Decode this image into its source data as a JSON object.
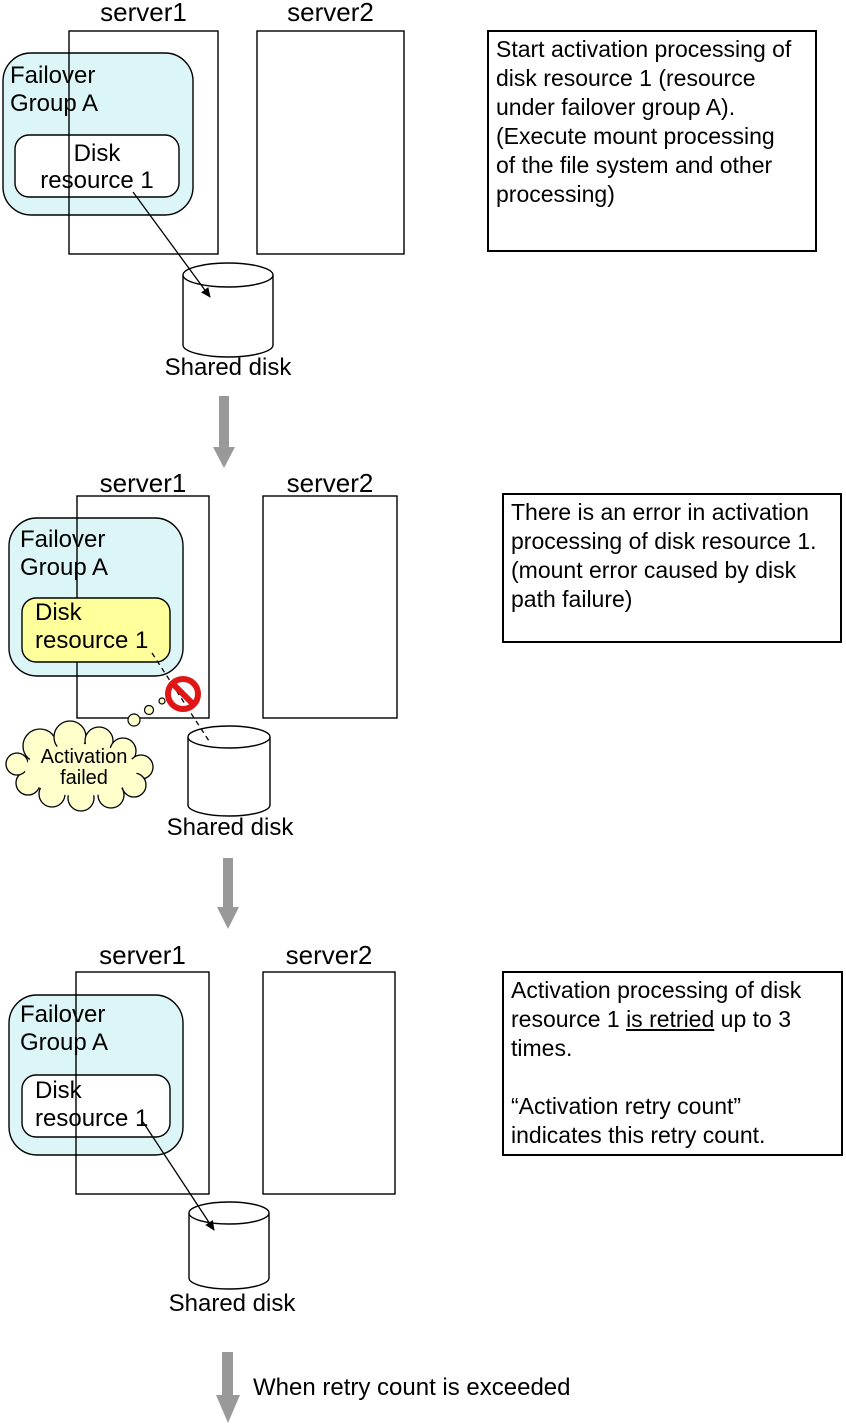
{
  "panels": [
    {
      "server1_label": "server1",
      "server2_label": "server2",
      "group_line1": "Failover",
      "group_line2": "Group A",
      "disk_line1": "Disk",
      "disk_line2": "resource 1",
      "shared_disk_label": "Shared disk"
    },
    {
      "server1_label": "server1",
      "server2_label": "server2",
      "group_line1": "Failover",
      "group_line2": "Group A",
      "disk_line1": "Disk",
      "disk_line2": "resource 1",
      "shared_disk_label": "Shared disk"
    },
    {
      "server1_label": "server1",
      "server2_label": "server2",
      "group_line1": "Failover",
      "group_line2": "Group A",
      "disk_line1": "Disk",
      "disk_line2": "resource 1",
      "shared_disk_label": "Shared disk"
    }
  ],
  "notes": [
    {
      "lines": [
        "Start activation processing of",
        "disk resource 1 (resource",
        "under failover group A).",
        "(Execute mount processing",
        "of the file system and other",
        "processing)"
      ]
    },
    {
      "lines": [
        "There is an error in activation",
        "processing of disk resource 1.",
        "(mount error caused by disk",
        "path failure)"
      ]
    },
    {
      "line1": "Activation processing of disk",
      "line2_pre": "resource 1 ",
      "line2_underlined": "is retried",
      "line2_post": " up to 3",
      "line3": "times.",
      "line4": "“Activation retry count”",
      "line5": "indicates this retry count."
    }
  ],
  "cloud_callout": {
    "line1": "Activation",
    "line2": "failed"
  },
  "bottom_caption": "When retry count is exceeded",
  "colors": {
    "group_fill": "#DCF6F8",
    "disk_error_fill": "#FFFF9B",
    "cloud_fill": "#FFFFCC",
    "prohibition_red": "#E01616",
    "flow_arrow_gray": "#999999"
  }
}
